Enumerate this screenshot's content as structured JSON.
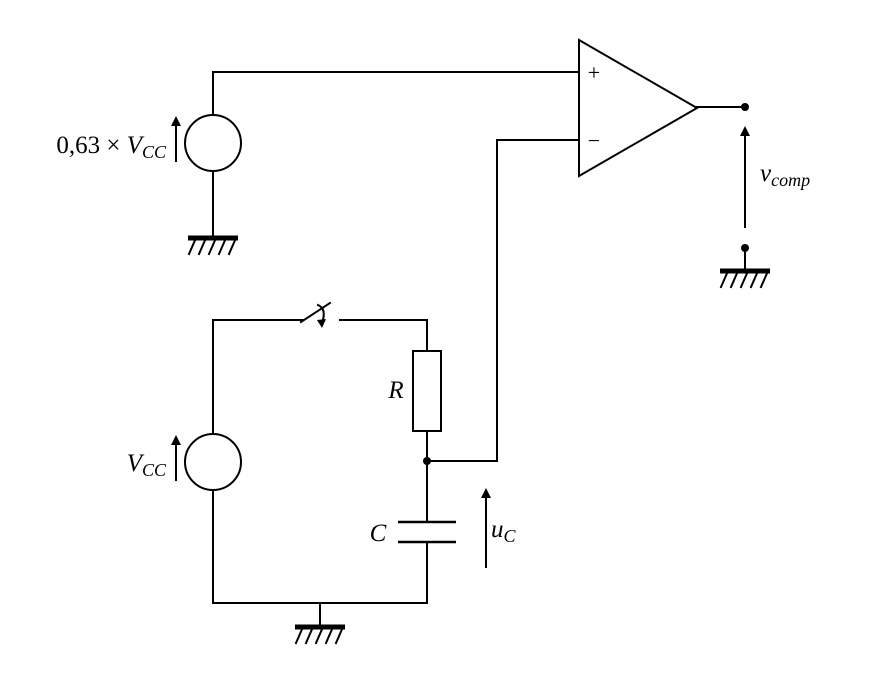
{
  "labels": {
    "ref_source_prefix": "0,63 × ",
    "ref_source_var": "V",
    "ref_source_sub": "CC",
    "vcc_var": "V",
    "vcc_sub": "CC",
    "resistor": "R",
    "capacitor": "C",
    "uc_var": "u",
    "uc_sub": "C",
    "out_var": "v",
    "out_sub": "comp",
    "plus": "+",
    "minus": "−"
  }
}
